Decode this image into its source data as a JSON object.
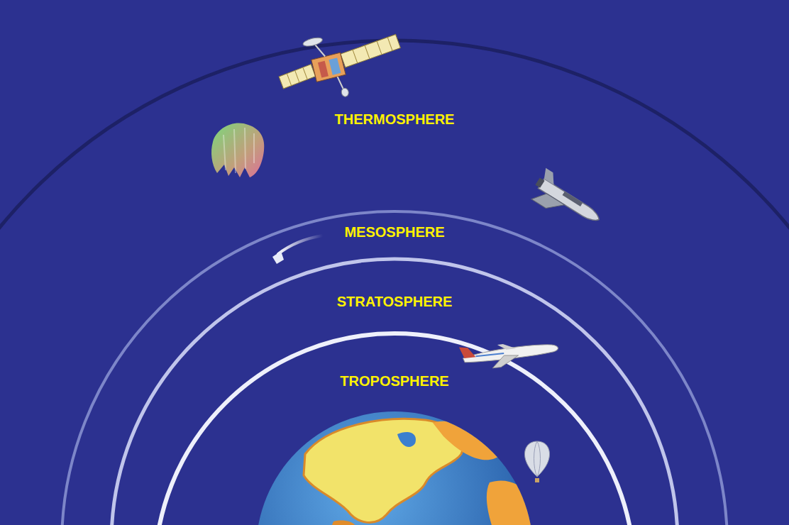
{
  "diagram": {
    "labels": [
      "THERMOSPHERE",
      "MESOSPHERE",
      "STRATOSPHERE",
      "TROPOSPHERE"
    ]
  }
}
